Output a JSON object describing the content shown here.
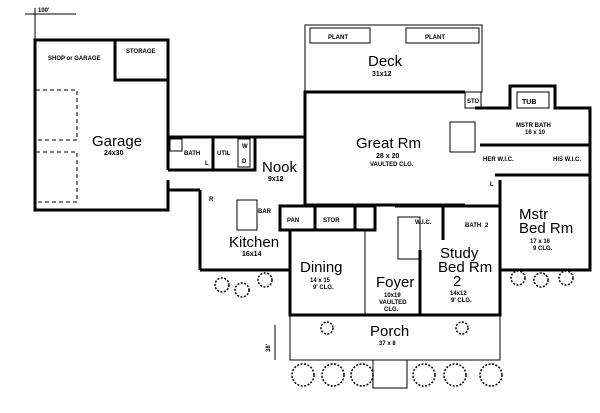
{
  "dimensions": {
    "width_label": "100'",
    "depth_label": "38'"
  },
  "rooms": {
    "shop": {
      "label": "SHOP or GARAGE"
    },
    "storage": {
      "label": "STORAGE"
    },
    "garage": {
      "label": "Garage",
      "size": "24x30"
    },
    "bath": {
      "label": "BATH",
      "l": "L"
    },
    "util": {
      "label": "UTIL",
      "w": "W",
      "d": "D"
    },
    "nook": {
      "label": "Nook",
      "size": "9x12"
    },
    "kitchen": {
      "label": "Kitchen",
      "size": "16x14",
      "bar": "BAR",
      "r": "R"
    },
    "pan": {
      "label": "PAN"
    },
    "stor": {
      "label": "STOR"
    },
    "deck": {
      "label": "Deck",
      "size": "31x12"
    },
    "plant1": {
      "label": "PLANT"
    },
    "plant2": {
      "label": "PLANT"
    },
    "great_rm": {
      "label": "Great Rm",
      "size": "28 x 20",
      "note": "VAULTED CLG."
    },
    "sto": {
      "label": "STO"
    },
    "tub": {
      "label": "TUB"
    },
    "mstr_bath": {
      "label": "MSTR BATH",
      "size": "16 x 10"
    },
    "her_wic": {
      "label": "HER W.I.C."
    },
    "his_wic": {
      "label": "HIS W.I.C."
    },
    "laundry_l": {
      "label": "L"
    },
    "mstr_bed": {
      "label1": "Mstr",
      "label2": "Bed Rm",
      "size": "17 x 16",
      "note": "9 CLG."
    },
    "dining": {
      "label": "Dining",
      "size": "14 x 15",
      "note": "9' CLG."
    },
    "foyer": {
      "label": "Foyer",
      "size": "10x19",
      "note1": "VAULTED",
      "note2": "CLG."
    },
    "wic": {
      "label": "W.I.C."
    },
    "bath2": {
      "label": "BATH",
      "num": "2"
    },
    "study": {
      "label1": "Study",
      "label2": "Bed Rm",
      "num": "2",
      "size": "14x12",
      "note": "9' CLG."
    },
    "porch": {
      "label": "Porch",
      "size": "37 x 8"
    }
  }
}
